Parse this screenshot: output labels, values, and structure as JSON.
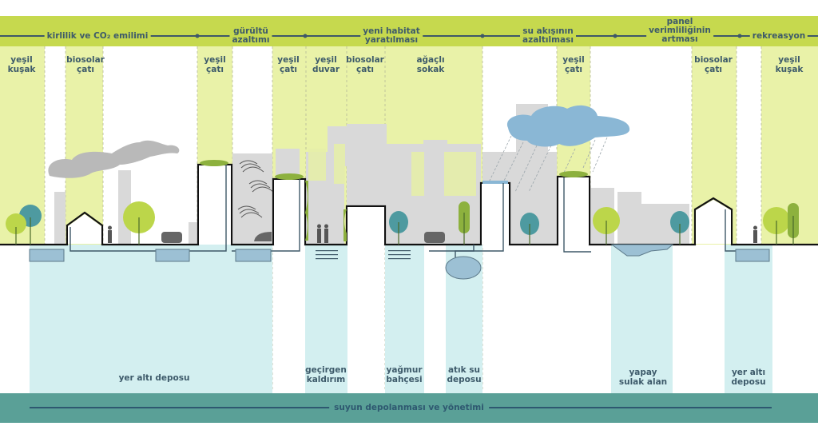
{
  "diagram": {
    "title_band_color": "#c6d94e",
    "zone_color": "#e9f2a8",
    "underground_zone_color": "#d3eff0",
    "footer_band_color": "#5aa097",
    "line_color": "#3e5868",
    "text_color": "#3d5a6a",
    "benefits": [
      {
        "label": "kirlilik ve CO₂ emilimi"
      },
      {
        "label": "gürültü\nazaltımı"
      },
      {
        "label": "yeni habitat\nyaratılması"
      },
      {
        "label": "su akışının\nazaltılması"
      },
      {
        "label": "panel\nverimliliğinin\nartması"
      },
      {
        "label": "rekreasyon"
      }
    ],
    "surface_elements": [
      {
        "label": "yeşil\nkuşak"
      },
      {
        "label": "biosolar\nçatı"
      },
      {
        "label": "yeşil\nçatı"
      },
      {
        "label": "yeşil\nçatı"
      },
      {
        "label": "yeşil\nduvar"
      },
      {
        "label": "biosolar\nçatı"
      },
      {
        "label": "ağaçlı\nsokak"
      },
      {
        "label": "yeşil\nçatı"
      },
      {
        "label": "biosolar\nçatı"
      },
      {
        "label": "yeşil\nkuşak"
      }
    ],
    "underground_elements": [
      {
        "label": "yer altı deposu"
      },
      {
        "label": "geçirgen\nkaldırım"
      },
      {
        "label": "yağmur\nbahçesi"
      },
      {
        "label": "atık su\ndeposu"
      },
      {
        "label": "yapay\nsulak alan"
      },
      {
        "label": "yer altı\ndeposu"
      }
    ],
    "footer": {
      "label": "suyun depolanması ve yönetimi"
    }
  }
}
